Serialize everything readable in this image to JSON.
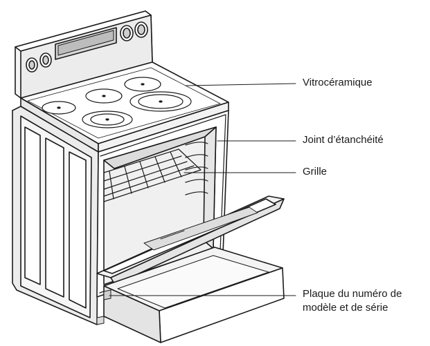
{
  "labels": {
    "cooktop": "Vitrocéramique",
    "door_seal": "Joint d’étanchéité",
    "rack": "Grille",
    "serial_plate_line1": "Plaque du numéro de",
    "serial_plate_line2": "modèle et de série"
  },
  "colors": {
    "line": "#1a1a1a",
    "fill": "#ffffff",
    "shade": "#dcdcdc"
  }
}
